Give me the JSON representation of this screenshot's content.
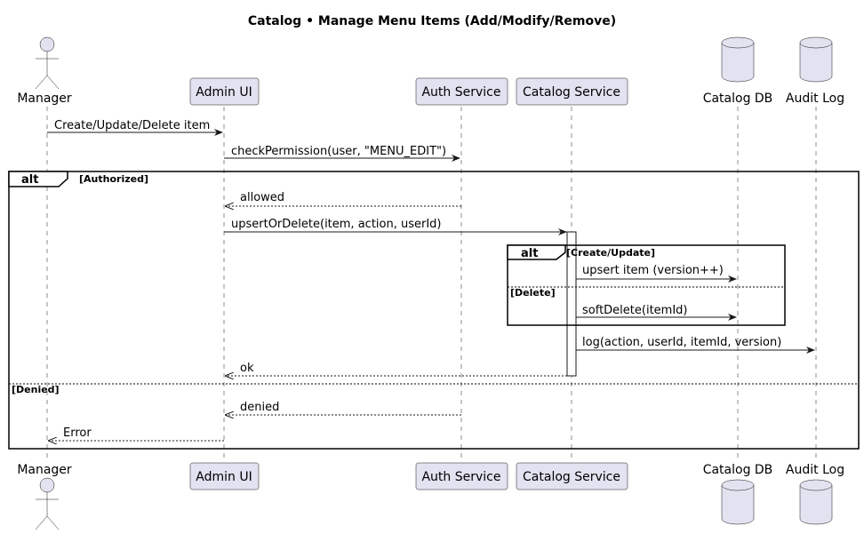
{
  "title": "Catalog • Manage Menu Items (Add/Modify/Remove)",
  "participants": {
    "manager": "Manager",
    "admin_ui": "Admin UI",
    "auth_service": "Auth Service",
    "catalog_service": "Catalog Service",
    "catalog_db": "Catalog DB",
    "audit_log": "Audit Log"
  },
  "messages": {
    "m1": "Create/Update/Delete item",
    "m2": "checkPermission(user, \"MENU_EDIT\")",
    "m3": "allowed",
    "m4": "upsertOrDelete(item, action, userId)",
    "m5": "upsert item (version++)",
    "m6": "softDelete(itemId)",
    "m7": "log(action, userId, itemId, version)",
    "m8": "ok",
    "m9": "denied",
    "m10": "Error"
  },
  "fragments": {
    "outer_label": "alt",
    "outer_guard1": "[Authorized]",
    "outer_guard2": "[Denied]",
    "inner_label": "alt",
    "inner_guard1": "[Create/Update]",
    "inner_guard2": "[Delete]"
  },
  "colors": {
    "participant_fill": "#E2E2F0",
    "border": "#181818"
  }
}
